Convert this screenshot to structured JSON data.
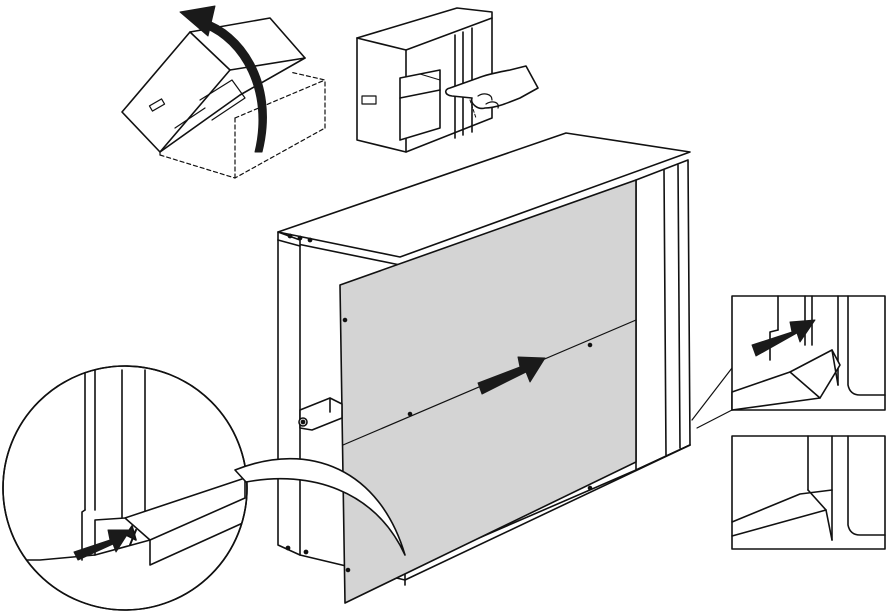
{
  "diagram": {
    "kind": "assembly-instruction",
    "text": [],
    "steps": [
      {
        "id": "flip-box",
        "arrow": "curved-rotation"
      },
      {
        "id": "press-panel",
        "gesture": "finger-push"
      },
      {
        "id": "slide-back-panel",
        "arrow": "slide-right"
      },
      {
        "id": "detail-left",
        "arrow": "push-right"
      },
      {
        "id": "detail-right-top",
        "arrow": "push-right"
      },
      {
        "id": "detail-right-bottom"
      }
    ],
    "colors": {
      "line": "#111111",
      "panel": "#d4d4d4",
      "arrow": "#1a1a1a",
      "background": "#ffffff"
    }
  }
}
